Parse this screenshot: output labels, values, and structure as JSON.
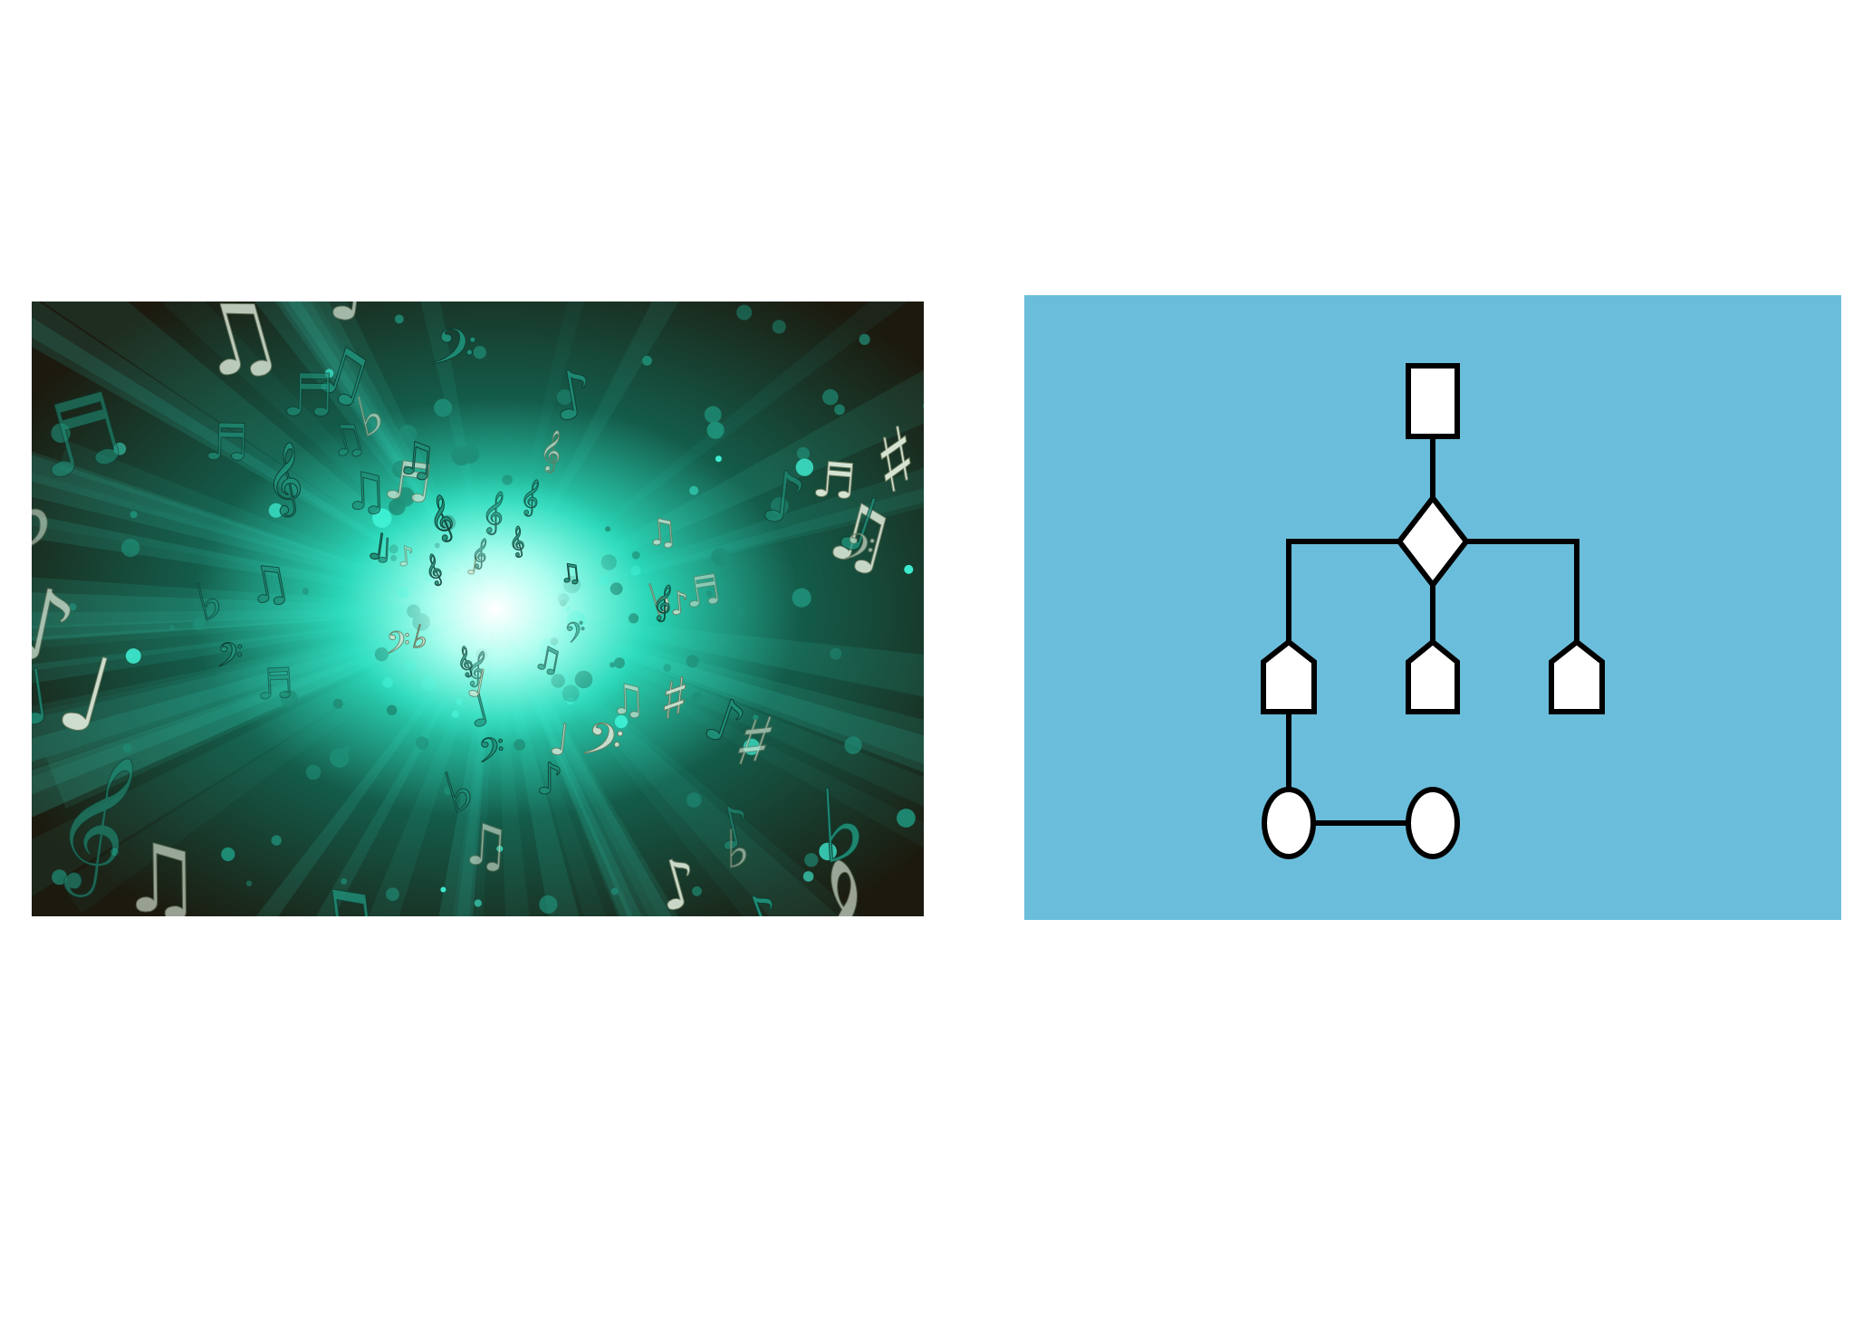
{
  "images": [
    {
      "subject": "music notes burst",
      "colors": {
        "background": "#1c1a0f",
        "glow": "#3ff0d4",
        "glow_core": "#e8fffb",
        "note_green": "#1f8f78",
        "note_light": "#d9e6d6"
      },
      "glyphs": [
        "♪",
        "♫",
        "♩",
        "♬",
        "♭",
        "♯",
        "𝄞",
        "𝄢"
      ]
    },
    {
      "subject": "flowchart",
      "colors": {
        "background": "#6bbedb",
        "shape_fill": "#ffffff",
        "stroke": "#000000"
      },
      "shapes": [
        "rectangle",
        "diamond",
        "pentagon",
        "pentagon",
        "pentagon",
        "ellipse",
        "ellipse"
      ]
    }
  ]
}
